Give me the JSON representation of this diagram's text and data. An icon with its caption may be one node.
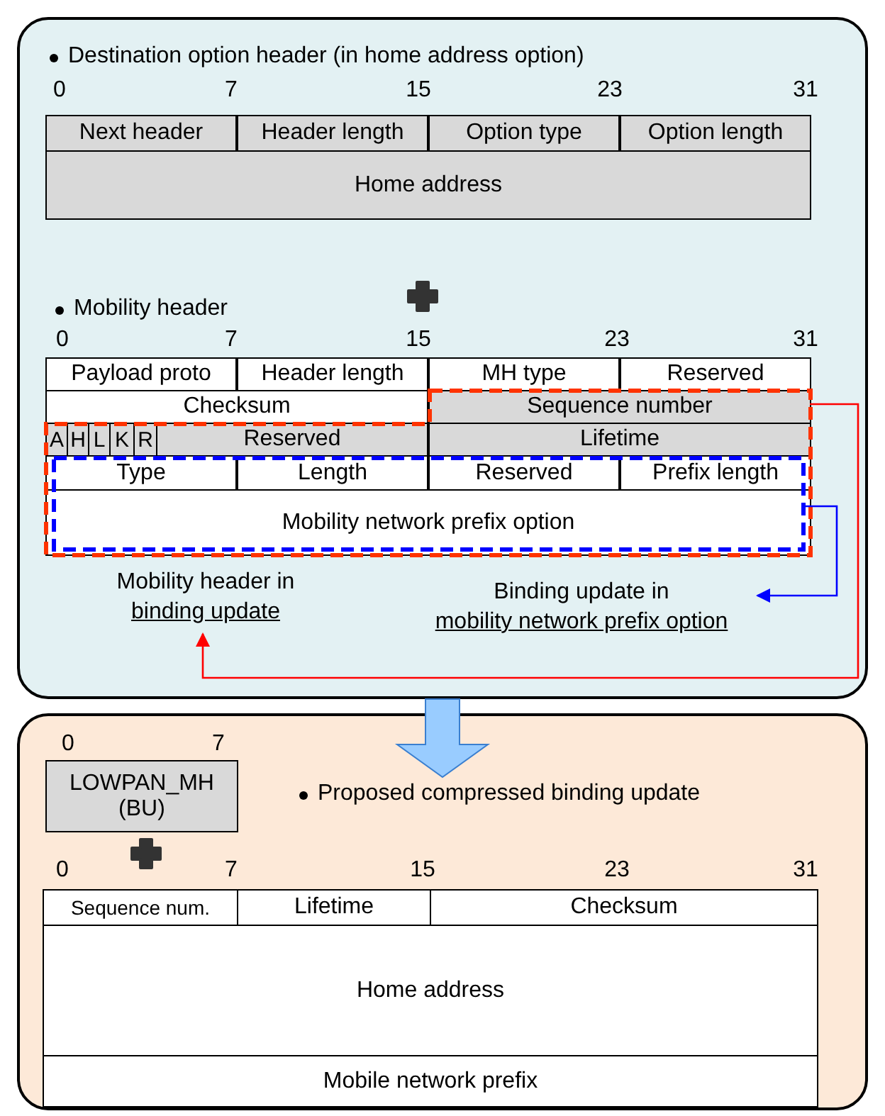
{
  "diagram": {
    "nodes": [
      {
        "text": [],
        "shape": "box"
      },
      {
        "text": [
          "Next header"
        ],
        "in": 0
      },
      {
        "text": [
          "Header length"
        ],
        "in": 0
      },
      {
        "text": [
          "Option type"
        ],
        "in": 0
      },
      {
        "text": [
          "Option length"
        ],
        "in": 0
      },
      {
        "text": [
          "Home address"
        ],
        "in": 0
      },
      {
        "text": [
          "Payload proto"
        ],
        "in": 0
      },
      {
        "text": [
          "Header length"
        ],
        "in": 0
      },
      {
        "text": [
          "MH type"
        ],
        "in": 0
      },
      {
        "text": [
          "Reserved"
        ],
        "in": 0
      },
      {
        "text": [
          "Checksum"
        ],
        "in": 0
      },
      {
        "text": [],
        "shape": "box",
        "in": 0
      },
      {
        "text": [
          "Sequence number"
        ],
        "in": 11
      },
      {
        "text": [
          "A"
        ],
        "in": 11
      },
      {
        "text": [
          "H"
        ],
        "in": 11
      },
      {
        "text": [
          "L"
        ],
        "in": 11
      },
      {
        "text": [
          "K"
        ],
        "in": 11
      },
      {
        "text": [
          "R"
        ],
        "in": 11
      },
      {
        "text": [
          "Reserved"
        ],
        "in": 11
      },
      {
        "text": [
          "Lifetime"
        ],
        "in": 11
      },
      {
        "text": [],
        "shape": "box",
        "in": 11
      },
      {
        "text": [
          "Type"
        ],
        "in": 20
      },
      {
        "text": [
          "Length"
        ],
        "in": 20
      },
      {
        "text": [
          "Reserved"
        ],
        "in": 20
      },
      {
        "text": [
          "Prefix length"
        ],
        "in": 20
      },
      {
        "text": [
          "Mobility network prefix option"
        ],
        "in": 20
      },
      {
        "text": [
          "Mobility header in",
          "binding update"
        ],
        "in": 0
      },
      {
        "text": [
          "Binding update in",
          "mobility network prefix option"
        ],
        "in": 0
      },
      {
        "text": [],
        "shape": "box"
      },
      {
        "text": [
          "LOWPAN_MH (BU)"
        ],
        "in": 28,
        "beside": [
          "0",
          "7"
        ]
      },
      {
        "text": [
          "Sequence num."
        ],
        "in": 28
      },
      {
        "text": [
          "Lifetime"
        ],
        "in": 28
      },
      {
        "text": [
          "Checksum"
        ],
        "in": 28
      },
      {
        "text": [
          "Home address"
        ],
        "in": 28
      },
      {
        "text": [
          "Mobile network prefix"
        ],
        "in": 28
      }
    ],
    "edges": [
      {
        "from": 11,
        "to": 26,
        "arrow": "to",
        "color": "#ff0000"
      },
      {
        "from": 20,
        "to": 27,
        "arrow": "to",
        "color": "#0000ff"
      },
      {
        "from": 0,
        "to": 28,
        "arrow": "to",
        "style": "thick",
        "color": "#99ccff"
      }
    ],
    "labels": [
      "Destination option header (in home address option)",
      "0",
      "7",
      "15",
      "23",
      "31",
      "Mobility header",
      "0",
      "7",
      "15",
      "23",
      "31",
      "Proposed compressed binding update",
      "0",
      "7",
      "15",
      "23",
      "31"
    ]
  }
}
